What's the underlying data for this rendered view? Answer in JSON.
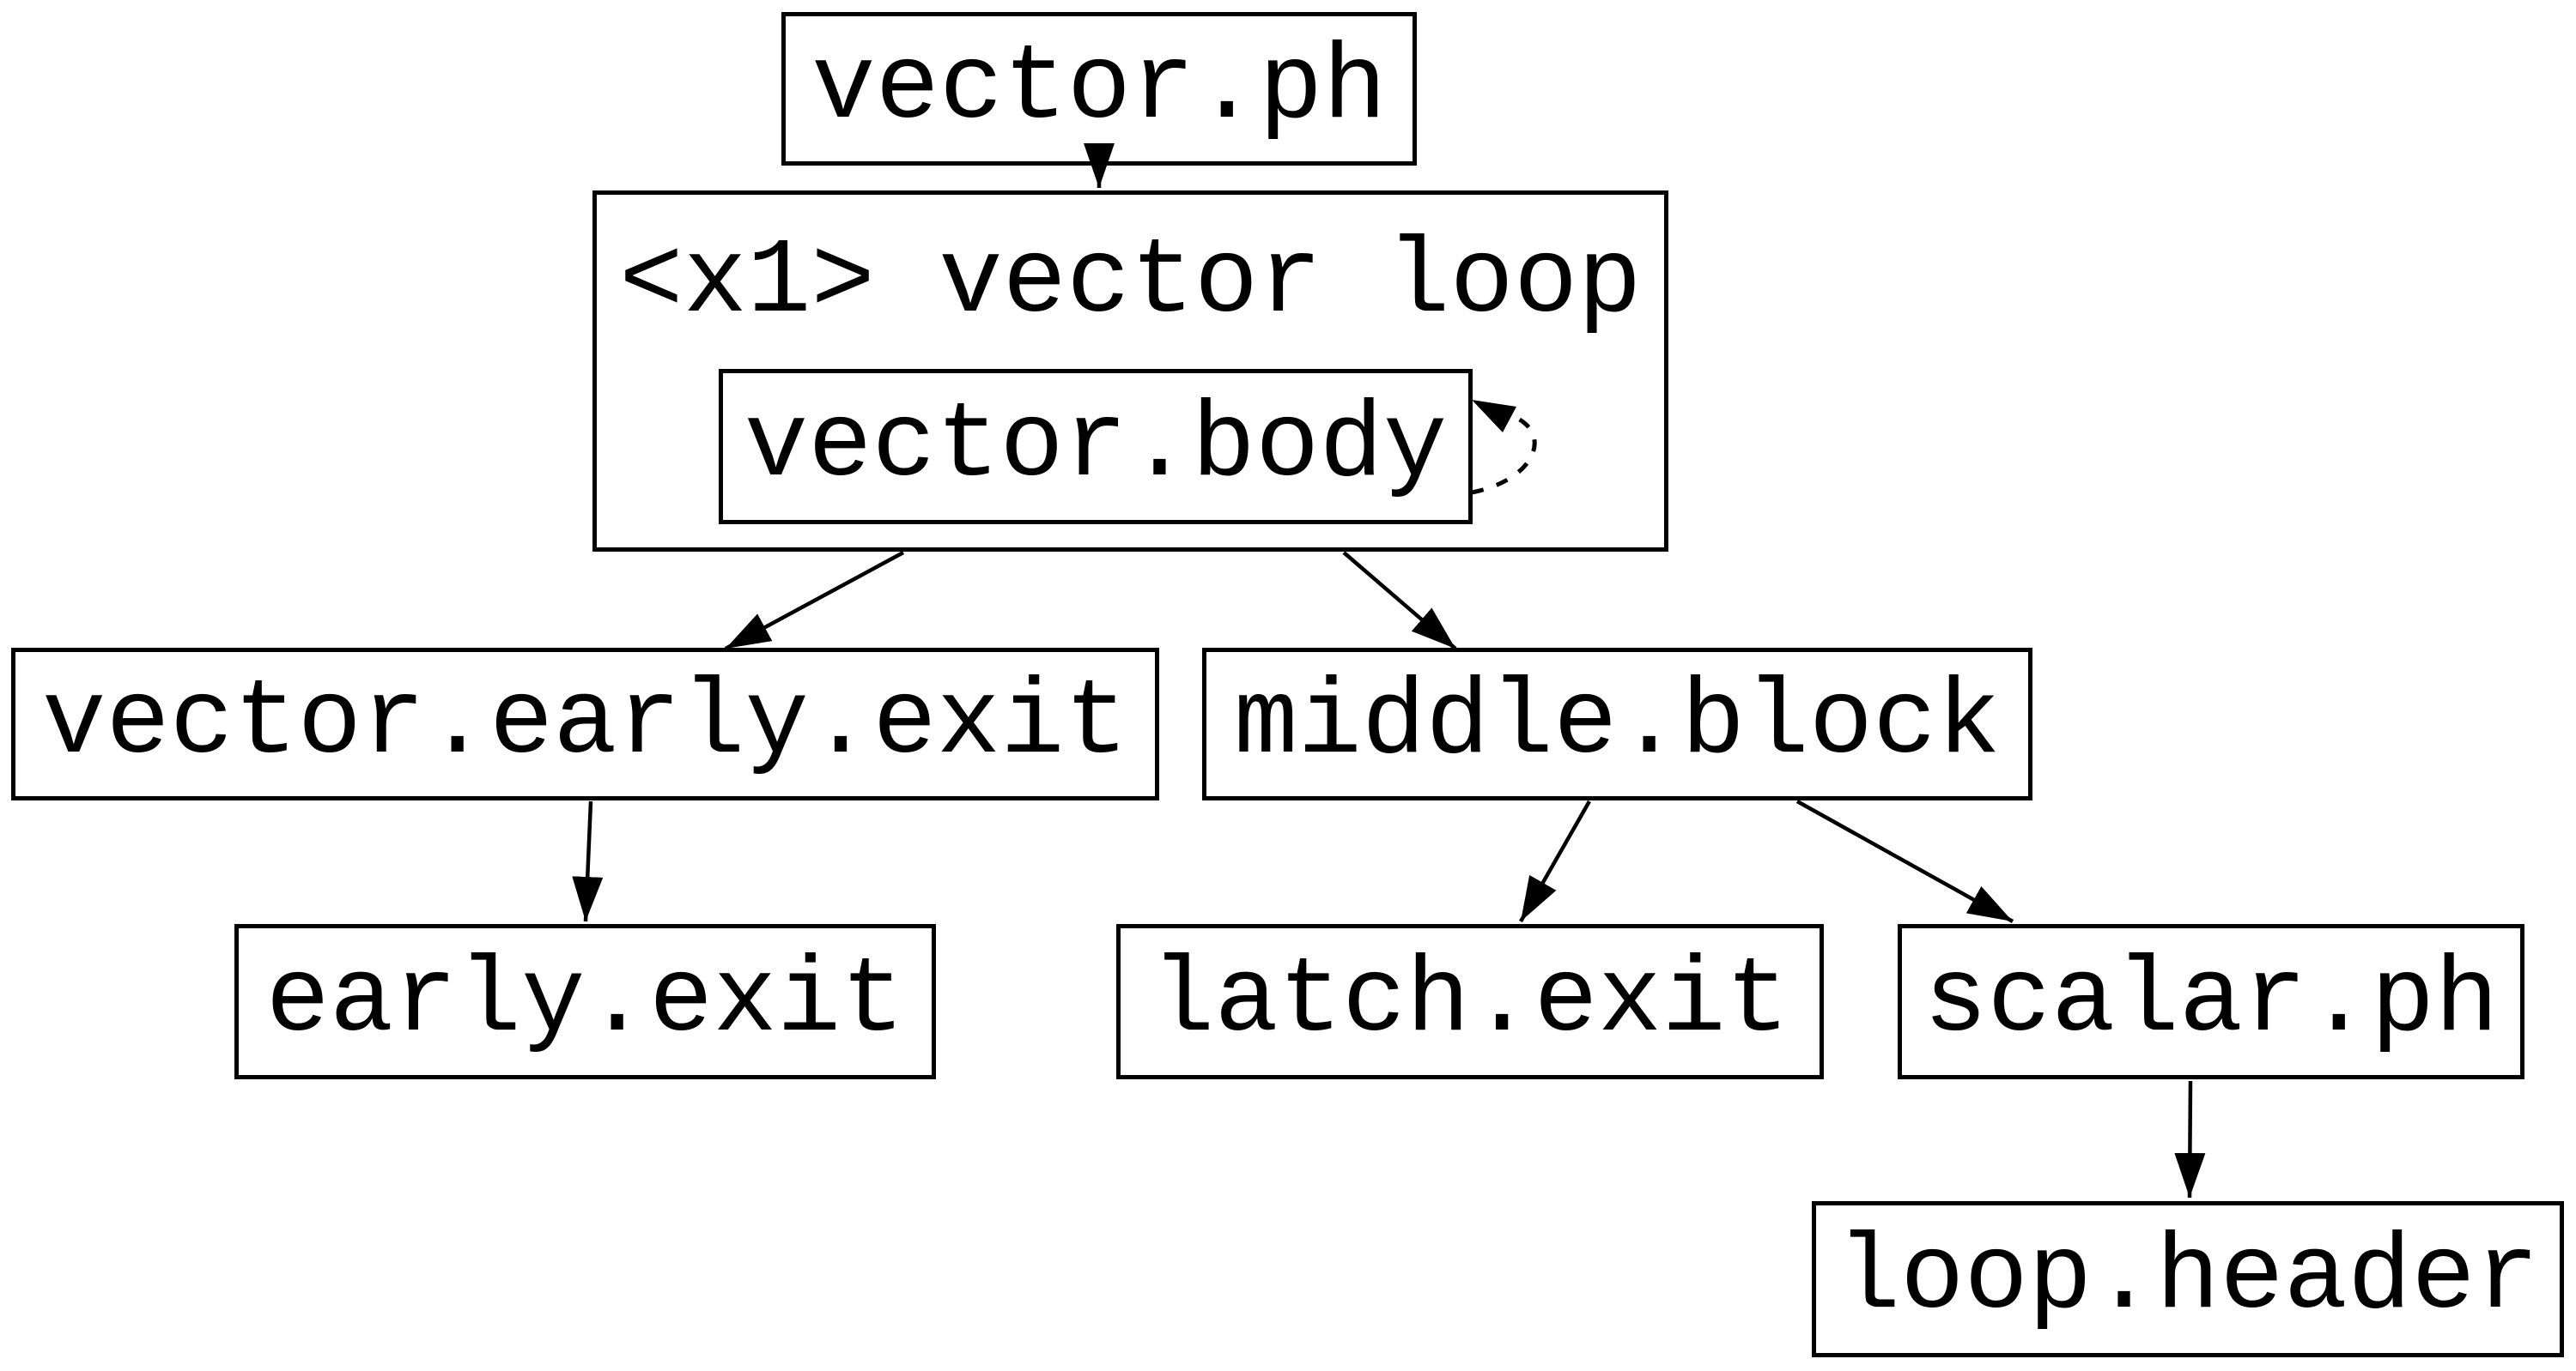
{
  "diagram": {
    "type": "control-flow-graph",
    "background_color": "#ffffff",
    "stroke_color": "#000000",
    "nodes": {
      "vector_ph": {
        "label": "vector.ph"
      },
      "vector_loop": {
        "label": "<x1> vector loop"
      },
      "vector_body": {
        "label": "vector.body"
      },
      "vector_early_exit": {
        "label": "vector.early.exit"
      },
      "middle_block": {
        "label": "middle.block"
      },
      "early_exit": {
        "label": "early.exit"
      },
      "latch_exit": {
        "label": "latch.exit"
      },
      "scalar_ph": {
        "label": "scalar.ph"
      },
      "loop_header": {
        "label": "loop.header"
      }
    },
    "edges": [
      {
        "from": "vector.ph",
        "to": "<x1> vector loop",
        "style": "solid"
      },
      {
        "from": "vector.body",
        "to": "vector.body",
        "style": "dotted-self-loop"
      },
      {
        "from": "<x1> vector loop",
        "to": "vector.early.exit",
        "style": "solid"
      },
      {
        "from": "<x1> vector loop",
        "to": "middle.block",
        "style": "solid"
      },
      {
        "from": "vector.early.exit",
        "to": "early.exit",
        "style": "solid"
      },
      {
        "from": "middle.block",
        "to": "latch.exit",
        "style": "solid"
      },
      {
        "from": "middle.block",
        "to": "scalar.ph",
        "style": "solid"
      },
      {
        "from": "scalar.ph",
        "to": "loop.header",
        "style": "solid"
      }
    ]
  }
}
